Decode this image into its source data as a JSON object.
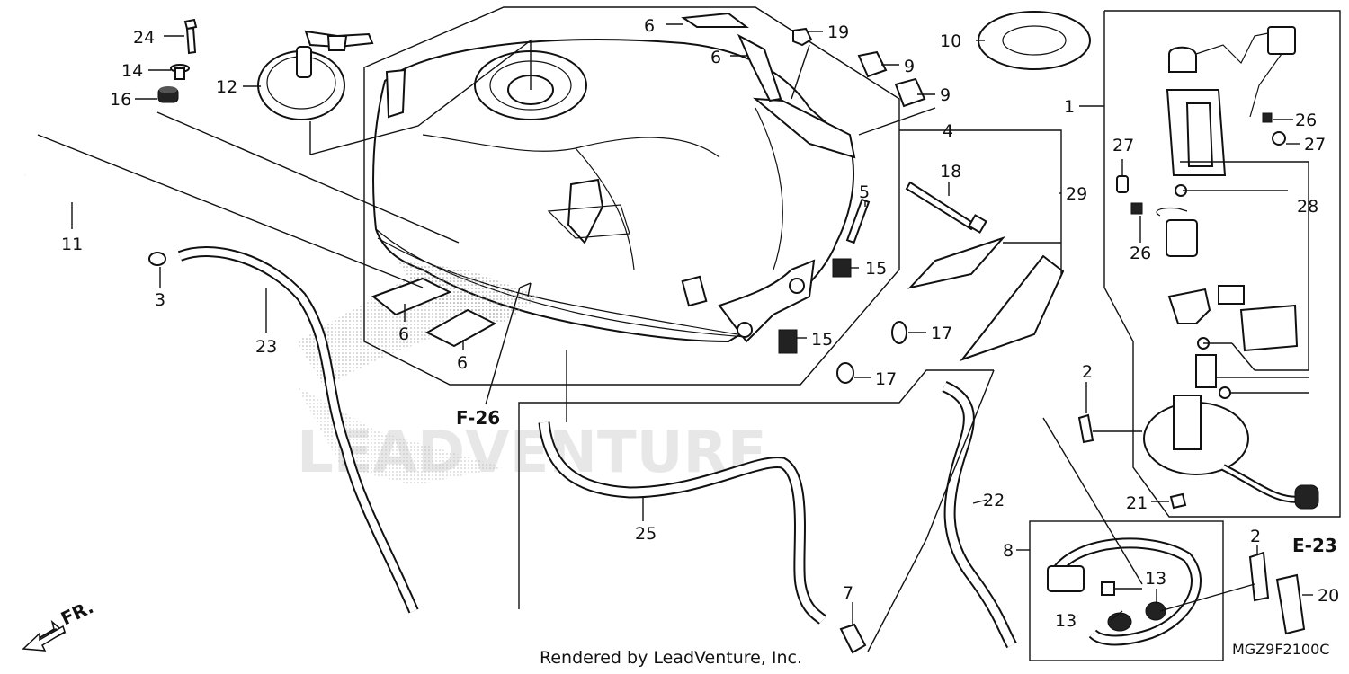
{
  "callouts": [
    {
      "id": "24",
      "text": "24"
    },
    {
      "id": "14",
      "text": "14"
    },
    {
      "id": "16",
      "text": "16"
    },
    {
      "id": "12",
      "text": "12"
    },
    {
      "id": "11",
      "text": "11"
    },
    {
      "id": "3",
      "text": "3"
    },
    {
      "id": "23",
      "text": "23"
    },
    {
      "id": "6a",
      "text": "6"
    },
    {
      "id": "6b",
      "text": "6"
    },
    {
      "id": "6c",
      "text": "6"
    },
    {
      "id": "6d",
      "text": "6"
    },
    {
      "id": "19",
      "text": "19"
    },
    {
      "id": "9a",
      "text": "9"
    },
    {
      "id": "9b",
      "text": "9"
    },
    {
      "id": "10",
      "text": "10"
    },
    {
      "id": "1",
      "text": "1"
    },
    {
      "id": "4",
      "text": "4"
    },
    {
      "id": "18",
      "text": "18"
    },
    {
      "id": "5",
      "text": "5"
    },
    {
      "id": "15a",
      "text": "15"
    },
    {
      "id": "15b",
      "text": "15"
    },
    {
      "id": "29",
      "text": "29"
    },
    {
      "id": "17a",
      "text": "17"
    },
    {
      "id": "17b",
      "text": "17"
    },
    {
      "id": "26a",
      "text": "26"
    },
    {
      "id": "27a",
      "text": "27"
    },
    {
      "id": "27b",
      "text": "27"
    },
    {
      "id": "28",
      "text": "28"
    },
    {
      "id": "26b",
      "text": "26"
    },
    {
      "id": "2a",
      "text": "2"
    },
    {
      "id": "21",
      "text": "21"
    },
    {
      "id": "22",
      "text": "22"
    },
    {
      "id": "25",
      "text": "25"
    },
    {
      "id": "7",
      "text": "7"
    },
    {
      "id": "8",
      "text": "8"
    },
    {
      "id": "13a",
      "text": "13"
    },
    {
      "id": "13b",
      "text": "13"
    },
    {
      "id": "2b",
      "text": "2"
    },
    {
      "id": "20",
      "text": "20"
    }
  ],
  "references": {
    "f26": "F-26",
    "e23": "E-23"
  },
  "direction": "FR.",
  "footer": "Rendered by LeadVenture, Inc.",
  "diagram_code": "MGZ9F2100C",
  "watermark": "LEADVENTURE"
}
